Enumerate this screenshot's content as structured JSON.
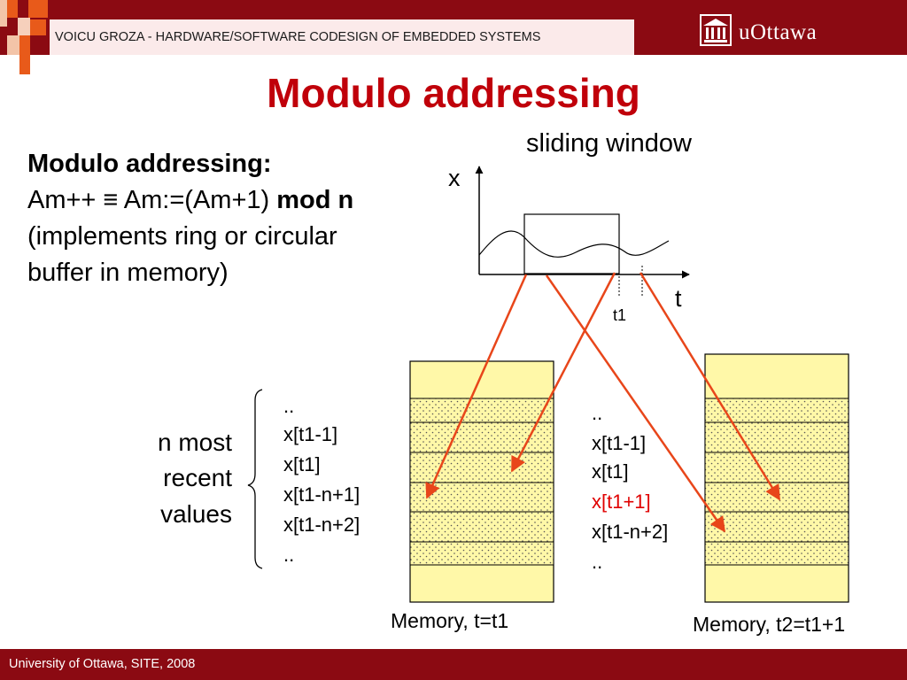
{
  "header": {
    "text": "VOICU GROZA - HARDWARE/SOFTWARE CODESIGN OF EMBEDDED SYSTEMS",
    "logo_text": "uOttawa",
    "brand_color": "#8b0a12",
    "logo_icon": "building-icon"
  },
  "slide": {
    "title": "Modulo addressing",
    "subtitle": "sliding window",
    "definition": {
      "heading": "Modulo addressing:",
      "formula_left": "Am++ ≡ Am:=(Am+1) ",
      "formula_bold": "mod n",
      "line2": "(implements ring or circular",
      "line3": "buffer in memory)"
    },
    "plot": {
      "y_label": "x",
      "x_label": "t",
      "tick_label": "t1"
    },
    "brace_label": [
      "n most",
      "recent",
      "values"
    ],
    "memory1": {
      "entries": [
        "..",
        "x[t1-1]",
        "x[t1]",
        "x[t1-n+1]",
        "x[t1-n+2]",
        ".."
      ],
      "caption": "Memory, t=t1"
    },
    "memory2": {
      "entries": [
        "..",
        "x[t1-1]",
        "x[t1]",
        "x[t1+1]",
        "x[t1-n+2]",
        ".."
      ],
      "highlight_index": 3,
      "caption": "Memory, t2=t1+1"
    }
  },
  "footer": {
    "text": "University of Ottawa, SITE, 2008"
  },
  "colors": {
    "title_red": "#c0000a",
    "arrow": "#e8461a",
    "memory_fill": "#fff8a8"
  }
}
